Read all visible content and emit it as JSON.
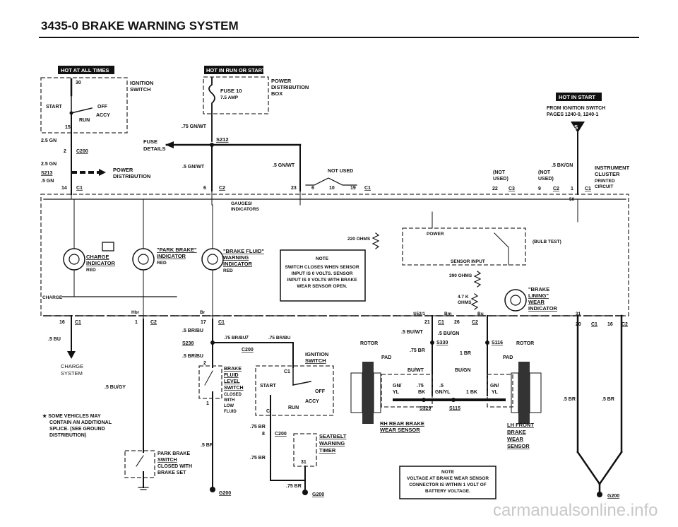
{
  "page": {
    "title": "3435-0   BRAKE WARNING SYSTEM",
    "watermark": "carmanualsonline.info"
  },
  "bars": {
    "hot_at_all_times": "HOT AT ALL TIMES",
    "hot_in_run_or_start": "HOT IN RUN OR START",
    "hot_in_start": "HOT IN START"
  },
  "components": {
    "ignition_switch": [
      "IGNITION",
      "SWITCH"
    ],
    "ign_terminals": {
      "t30": "30",
      "t15": "15",
      "start": "START",
      "off": "OFF",
      "run": "RUN",
      "acc": "ACCY"
    },
    "power_dist_box": [
      "POWER",
      "DISTRIBUTION",
      "BOX"
    ],
    "fuse": [
      "FUSE 10",
      "7.5 AMP"
    ],
    "fuse_details": [
      "FUSE",
      "DETAILS"
    ],
    "power_distribution": [
      "POWER",
      "DISTRIBUTION"
    ],
    "from_ignition": [
      "FROM IGNITION SWITCH",
      "PAGES 1240-0, 1240-1"
    ],
    "instrument_cluster": [
      "INSTRUMENT",
      "CLUSTER",
      "PRINTED",
      "CIRCUIT"
    ],
    "gauges_indicators": [
      "GAUGES/",
      "INDICATORS"
    ],
    "charge_indicator": [
      "CHARGE",
      "INDICATOR",
      "RED"
    ],
    "park_brake_indicator": [
      "\"PARK BRAKE\"",
      "INDICATOR",
      "RED"
    ],
    "brake_fluid_indicator": [
      "\"BRAKE FLUID\"",
      "WARNING",
      "INDICATOR",
      "RED"
    ],
    "note1": [
      "NOTE",
      "SWITCH CLOSES WHEN SENSOR",
      "INPUT IS 0 VOLTS. SENSOR",
      "INPUT IS 0 VOLTS WITH BRAKE",
      "WEAR SENSOR OPEN."
    ],
    "power_module": [
      "POWER",
      "SENSOR INPUT",
      "(BULB TEST)"
    ],
    "res_220": "220 OHMS",
    "res_390": "390 OHMS",
    "res_47k": [
      "4.7 K",
      "OHMS"
    ],
    "brake_lining": [
      "\"BRAKE",
      "LINING\"",
      "WEAR",
      "INDICATOR"
    ],
    "charge_label": "CHARGE",
    "charge_system": [
      "CHARGE",
      "SYSTEM"
    ],
    "brake_fluid_switch": [
      "BRAKE",
      "FLUID",
      "LEVEL",
      "SWITCH",
      "CLOSED",
      "WITH",
      "LOW",
      "FLUID"
    ],
    "park_brake_switch": [
      "PARK BRAKE",
      "SWITCH",
      "CLOSED WITH",
      "BRAKE SET"
    ],
    "ignition_switch2": [
      "IGNITION",
      "SWITCH"
    ],
    "ign2_terminals": {
      "start": "START",
      "off": "OFF",
      "run": "RUN",
      "acc": "ACCY",
      "c": "C",
      "c1": "C1"
    },
    "seatbelt_timer": [
      "SEATBELT",
      "WARNING",
      "TIMER"
    ],
    "rotor": "ROTOR",
    "pad": "PAD",
    "rh_sensor": [
      "RH REAR BRAKE",
      "WEAR SENSOR"
    ],
    "lh_sensor": [
      "LH FRONT",
      "BRAKE",
      "WEAR",
      "SENSOR"
    ],
    "note2": [
      "NOTE",
      "VOLTAGE AT BRAKE WEAR SENSOR",
      "CONNECTOR IS WITHIN 1 VOLT OF",
      "BATTERY VOLTAGE."
    ],
    "footnote": [
      "★  SOME VEHICLES MAY",
      "CONTAIN AN ADDITIONAL",
      "SPLICE. (SEE GROUND",
      "DISTRIBUTION)"
    ],
    "not_used": "NOT USED",
    "not_used_a": [
      "(NOT",
      "USED)"
    ],
    "not_used_b": [
      "(NOT",
      "USED)"
    ]
  },
  "wires": {
    "w25gn_a": "2.5 GN",
    "w25gn_b": "2.5 GN",
    "w5gn": ".5 GN",
    "w75gnwt": ".75 GN/WT",
    "w5gnwt_a": ".5 GN/WT",
    "w5gnwt_b": ".5 GN/WT",
    "w5bkgn": ".5 BK/GN",
    "w5bu": ".5 BU",
    "w5brbu_a": ".5 BR/BU",
    "w75brbu": ".75 BR/BU",
    "w75brbu2": ".75 BR/BU",
    "w5brbu_b": ".5 BR/BU",
    "w5bugy": ".5 BU/GY",
    "w75br_a": ".75 BR",
    "w75br_b": ".75 BR",
    "w75br_c": ".75 BR",
    "w5br_a": ".5 BR",
    "w5buwt": ".5 BU/WT",
    "w5bugn": ".5 BU/GN",
    "w75br_d": ".75 BR",
    "w1br": "1 BR",
    "buwt": "BU/WT",
    "bugn": "BU/GN",
    "gnyl": "GN/\nYL",
    "w75": ".75",
    "bk": "BK",
    "w5": ".5",
    "gnyl2": "GN/YL",
    "w1bk": "1 BK",
    "gnyl3": "GN/\nYL",
    "w5br_b": ".5 BR",
    "w5br_c": ".5 BR",
    "hbr": "Hbr",
    "br": "Br",
    "bu": "Bu",
    "bm": "Bm",
    "s52": "S52/1"
  },
  "connectors": {
    "c200": "C200",
    "c1_a": "C1",
    "c2_a": "C2",
    "c3": "C3",
    "c2_b": "C2",
    "c1_b": "C1",
    "c1_c": "C1",
    "c2_c": "C2",
    "c1_d": "C1",
    "c1_e": "C1",
    "c2_d": "C2",
    "c200_b": "C200",
    "c200_c": "C200",
    "c1_f": "C1",
    "p2": "2",
    "p14": "14",
    "p6": "6",
    "p23": "23",
    "p6b": "6",
    "p10": "10",
    "p19": "19",
    "p22": "22",
    "p9": "9",
    "p1": "1",
    "p50": "50",
    "p16": "16",
    "p1b": "1",
    "p17": "17",
    "p21": "21",
    "p26": "26",
    "p31": "31",
    "p20": "20",
    "p16b": "16",
    "p7": "7",
    "p2b": "2",
    "p1c": "1",
    "p8": "8",
    "p31b": "31"
  },
  "splices": {
    "s212": "S212",
    "s213": "S213",
    "s238": "S238",
    "s330": "S330",
    "s116": "S116",
    "s329": "S329",
    "s115": "S115"
  },
  "grounds": {
    "g200_a": "G200",
    "g200_b": "G200",
    "g200_c": "G200"
  }
}
